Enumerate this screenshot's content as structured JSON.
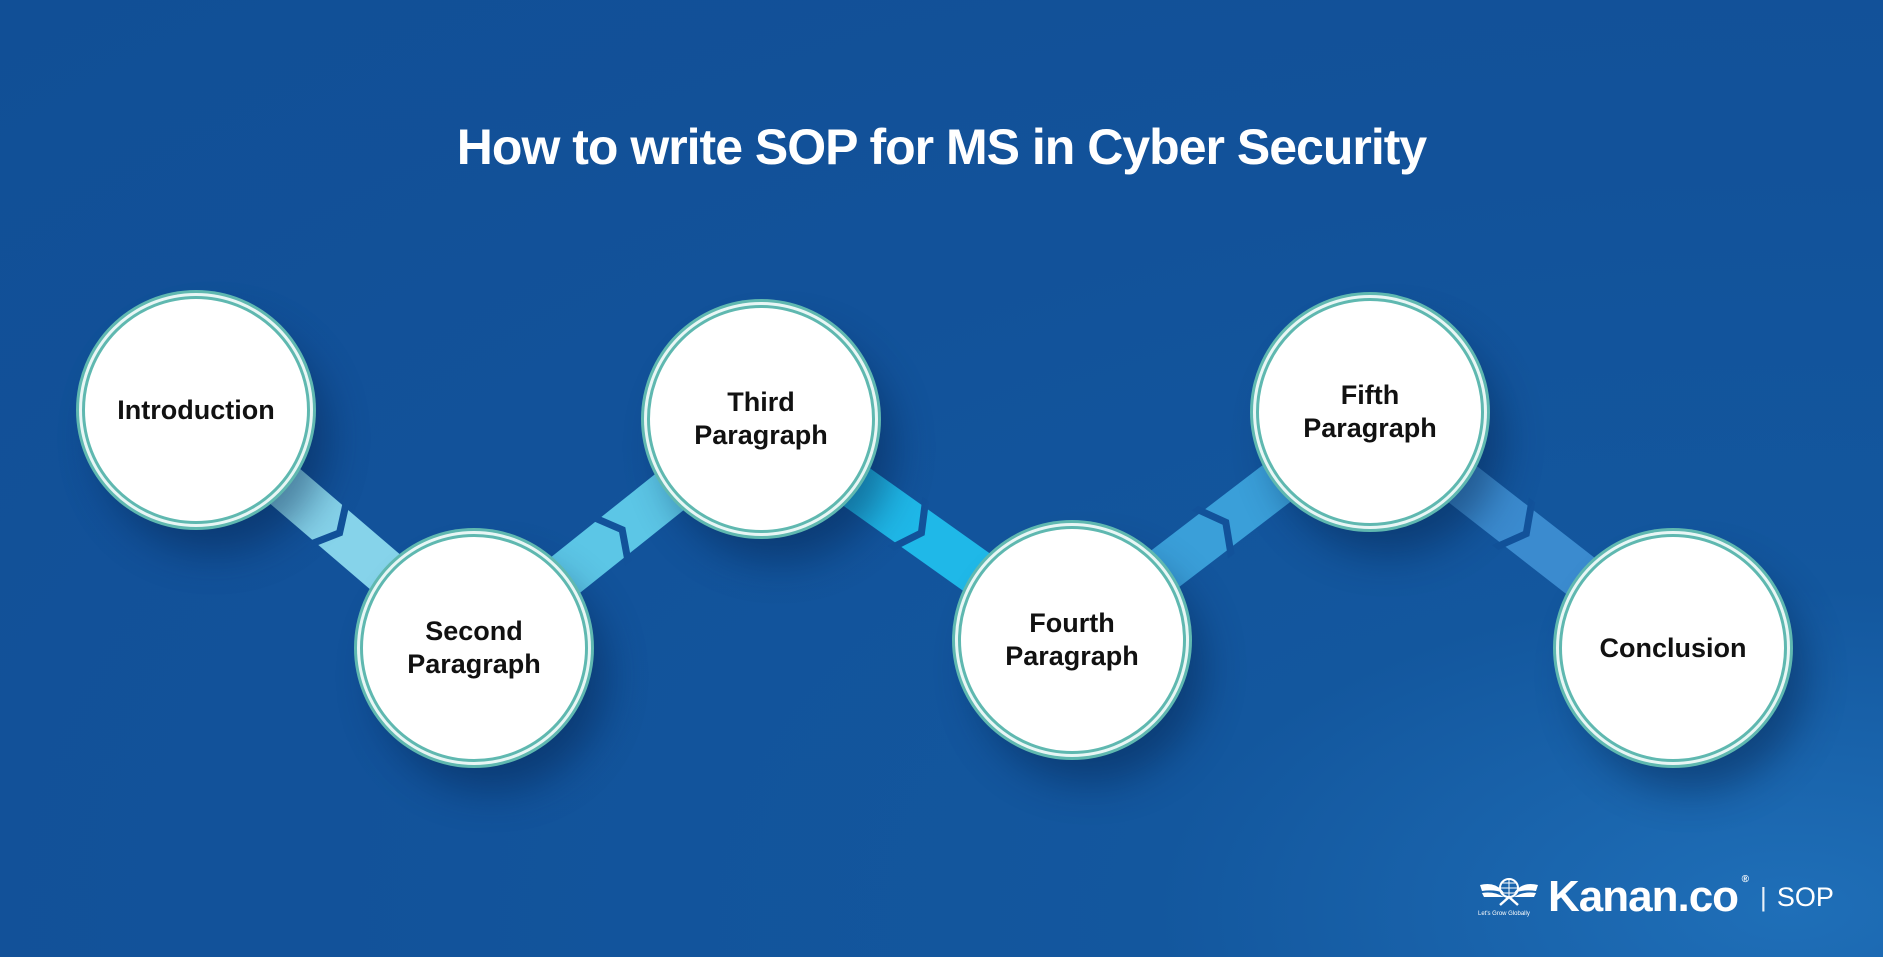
{
  "title": "How to write SOP for MS in Cyber Security",
  "steps": [
    {
      "label": "Introduction"
    },
    {
      "label": "Second\nParagraph"
    },
    {
      "label": "Third\nParagraph"
    },
    {
      "label": "Fourth\nParagraph"
    },
    {
      "label": "Fifth\nParagraph"
    },
    {
      "label": "Conclusion"
    }
  ],
  "connector_colors": [
    "#86d3ea",
    "#5cc6e6",
    "#1fb8e8",
    "#3a9fd9",
    "#3b8bcf",
    "#2b6fb8"
  ],
  "background": "#12529a",
  "logo": {
    "brand": "Kanan.co",
    "registered": "®",
    "separator": "|",
    "section": "SOP",
    "tagline": "Let's Grow Globally"
  }
}
